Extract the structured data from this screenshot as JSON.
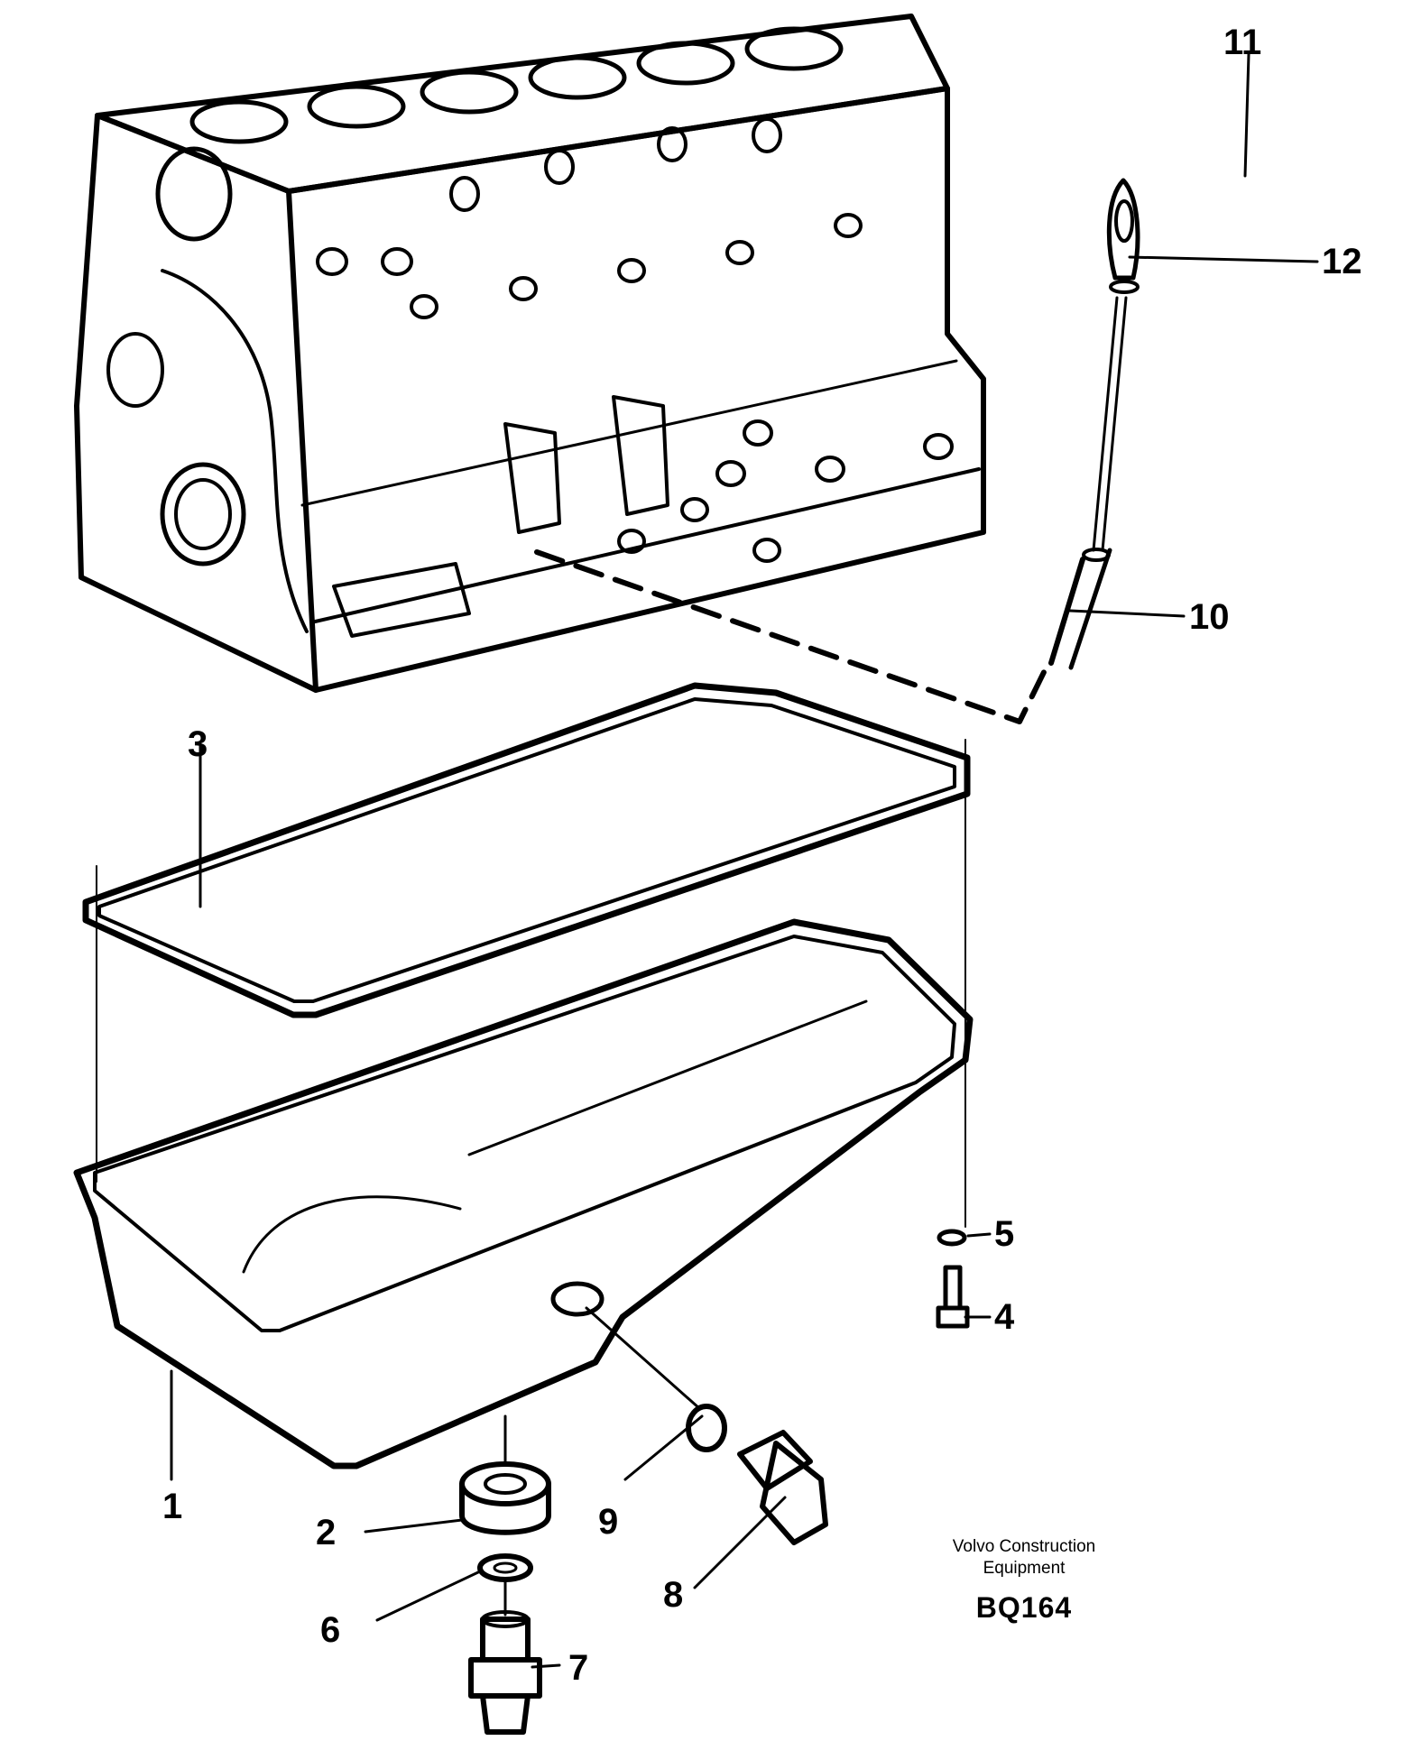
{
  "callouts": {
    "c1": "1",
    "c2": "2",
    "c3": "3",
    "c4": "4",
    "c5": "5",
    "c6": "6",
    "c7": "7",
    "c8": "8",
    "c9": "9",
    "c10": "10",
    "c11": "11",
    "c12": "12"
  },
  "caption": {
    "line1": "Volvo Construction",
    "line2": "Equipment",
    "code": "BQ164"
  },
  "colors": {
    "ink": "#000000",
    "paper": "#ffffff"
  }
}
